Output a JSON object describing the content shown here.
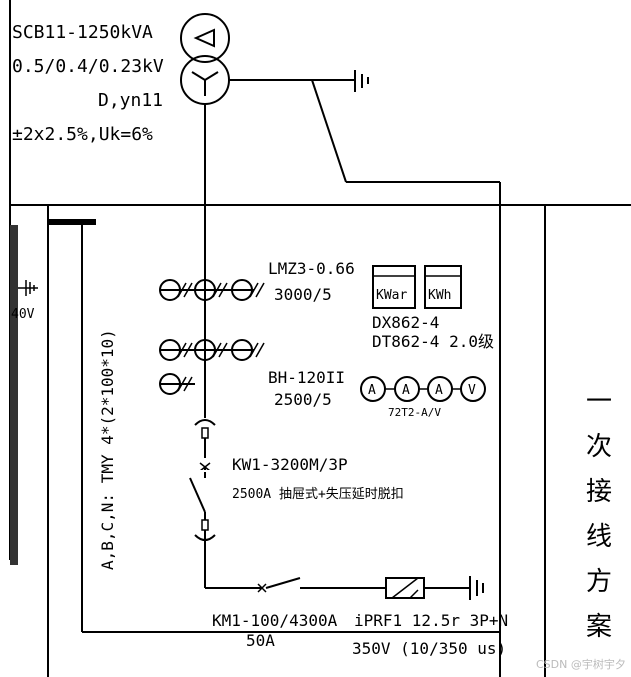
{
  "transformer": {
    "model": "SCB11-1250kVA",
    "voltage": "0.5/0.4/0.23kV",
    "connection": "D,yn11",
    "tap_impedance": "±2x2.5%,Uk=6%"
  },
  "left_panel": {
    "voltage_label": "40V"
  },
  "busbar_label": "A,B,C,N: TMY 4*(2*100*10)",
  "current_transformer_1": {
    "model": "LMZ3-0.66",
    "ratio": "3000/5"
  },
  "meters_energy": {
    "kvar_label": "KWar",
    "kwh_label": "KWh",
    "model_line_1": "DX862-4",
    "model_line_2": "DT862-4  2.0级"
  },
  "current_transformer_2": {
    "model": "BH-120II",
    "ratio": "2500/5"
  },
  "ammeters": {
    "a1": "A",
    "a2": "A",
    "a3": "A",
    "v1": "V",
    "model": "72T2-A/V"
  },
  "main_breaker": {
    "model": "KW1-3200M/3P",
    "rating_desc": "2500A  抽屉式+失压延时脱扣"
  },
  "branch_breaker": {
    "model": "KM1-100/4300A",
    "rating": "50A"
  },
  "surge_protector": {
    "model": "iPRF1 12.5r  3P+N",
    "spec": "350V (10/350 us)"
  },
  "side_title": [
    "一",
    "次",
    "接",
    "线",
    "方",
    "案"
  ],
  "watermark": "CSDN @宇树宇夕"
}
